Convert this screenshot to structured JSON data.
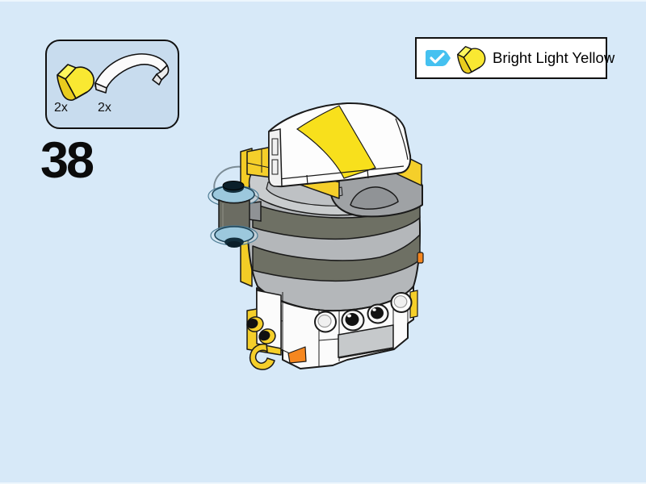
{
  "page": {
    "background_color": "#D7E9F8",
    "kind": "lego-building-instruction-step"
  },
  "step": {
    "number": "38"
  },
  "parts_panel": {
    "fill_color": "#C8DCEE",
    "parts": [
      {
        "id": "slope-curved-1x2",
        "color_name": "Bright Light Yellow",
        "color_hex": "#F9E832",
        "count": "2x"
      },
      {
        "id": "slope-curved-1x4",
        "color_name": "White",
        "color_hex": "#FBFBFB",
        "count": "2x"
      }
    ]
  },
  "color_callout": {
    "checked": true,
    "label": "Bright Light Yellow",
    "checkbox_color": "#45C1F0",
    "part_color_hex": "#F9E832"
  },
  "model": {
    "type": "lego-brickheadz-figure-render",
    "features": [
      "white-dome-top-with-yellow-stripe",
      "yellow-plate-layer-under-dome",
      "light-gray-rounded-body",
      "two-dark-gray-bands",
      "gray-hood-piece-with-arch-detail",
      "white-face-with-two-black-eyes",
      "white-side-studs",
      "gray-mouth-tile",
      "yellow-plate-with-black-capped-studs",
      "yellow-hook-hand",
      "orange-cheese-slope",
      "trans-blue-lantern-accessory-on-left"
    ],
    "palette": {
      "yellow": "#F5CF2A",
      "stripe_yellow": "#F8E01C",
      "white": "#FDFDFD",
      "light_gray": "#B4B7BA",
      "top_gray": "#C9CCCE",
      "dark_band": "#6E7064",
      "hood_gray": "#9FA2A5",
      "orange": "#F6871F",
      "trans_blue": "#9CC8DD",
      "dark_core": "#122E3C",
      "outline": "#1A1A1A"
    }
  }
}
